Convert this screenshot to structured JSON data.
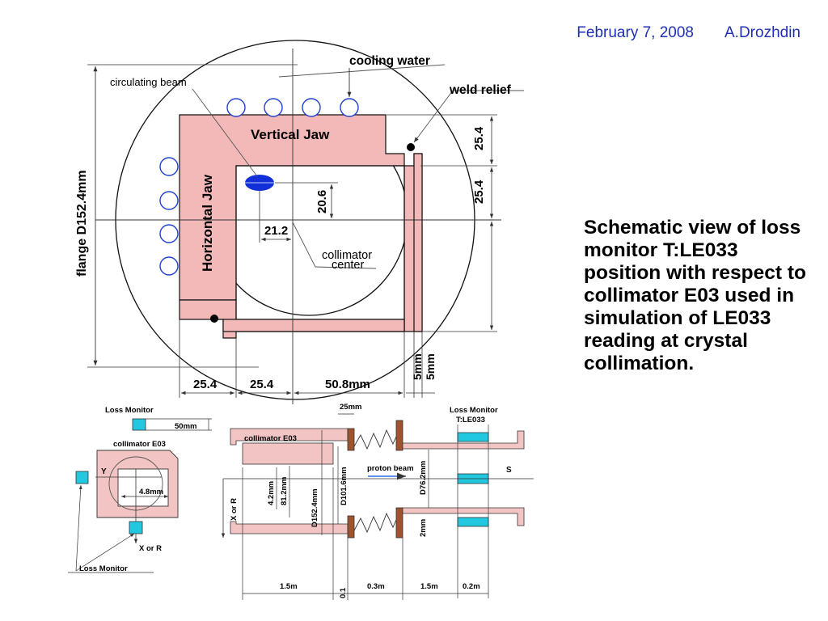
{
  "header": {
    "date": "February 7, 2008",
    "author": "A.Drozhdin"
  },
  "caption": "Schematic view of loss monitor T:LE033 position with respect to collimator E03 used in simulation of LE033 reading at crystal collimation.",
  "colors": {
    "jaw_fill": "#f3b8b8",
    "beam": "#1230d8",
    "monitor": "#22c8e0",
    "flange": "#a0522d",
    "header_text": "#1f2fb8"
  },
  "top_view": {
    "cooling_water": "cooling water",
    "circulating_beam": "circulating beam",
    "weld_relief": "weld relief",
    "vertical_jaw": "Vertical Jaw",
    "horizontal_jaw": "Horizontal Jaw",
    "flange": "flange D152.4mm",
    "collimator_center_1": "collimator",
    "collimator_center_2": "center",
    "dim_20_6": "20.6",
    "dim_21_2": "21.2",
    "dim_right_top": "25.4",
    "dim_right_mid": "25.4",
    "dim_5mm_a": "5mm",
    "dim_5mm_b": "5mm",
    "dim_bottom_1": "25.4",
    "dim_bottom_2": "25.4",
    "dim_bottom_3": "50.8mm"
  },
  "cross_section": {
    "loss_monitor_top": "Loss Monitor",
    "dim_50mm": "50mm",
    "collimator_label": "collimator E03",
    "y_axis": "Y",
    "dim_4_8": "4.8mm",
    "x_or_r": "X or R",
    "loss_monitor_bottom": "Loss Monitor"
  },
  "side_view": {
    "collimator_label": "collimator E03",
    "dim_25mm": "25mm",
    "loss_monitor_1": "Loss Monitor",
    "loss_monitor_2": "T:LE033",
    "proton_beam": "proton beam",
    "s_axis": "S",
    "x_or_r": "X or R",
    "dim_4_2": "4.2mm",
    "dim_81_2": "81.2mm",
    "dim_d152_4": "D152.4mm",
    "dim_d101_6": "D101.6mm",
    "dim_d76_2": "D76.2mm",
    "dim_2mm": "2mm",
    "dim_1_5m_a": "1.5m",
    "dim_0_1": "0.1",
    "dim_0_3m": "0.3m",
    "dim_1_5m_b": "1.5m",
    "dim_0_2m": "0.2m"
  }
}
